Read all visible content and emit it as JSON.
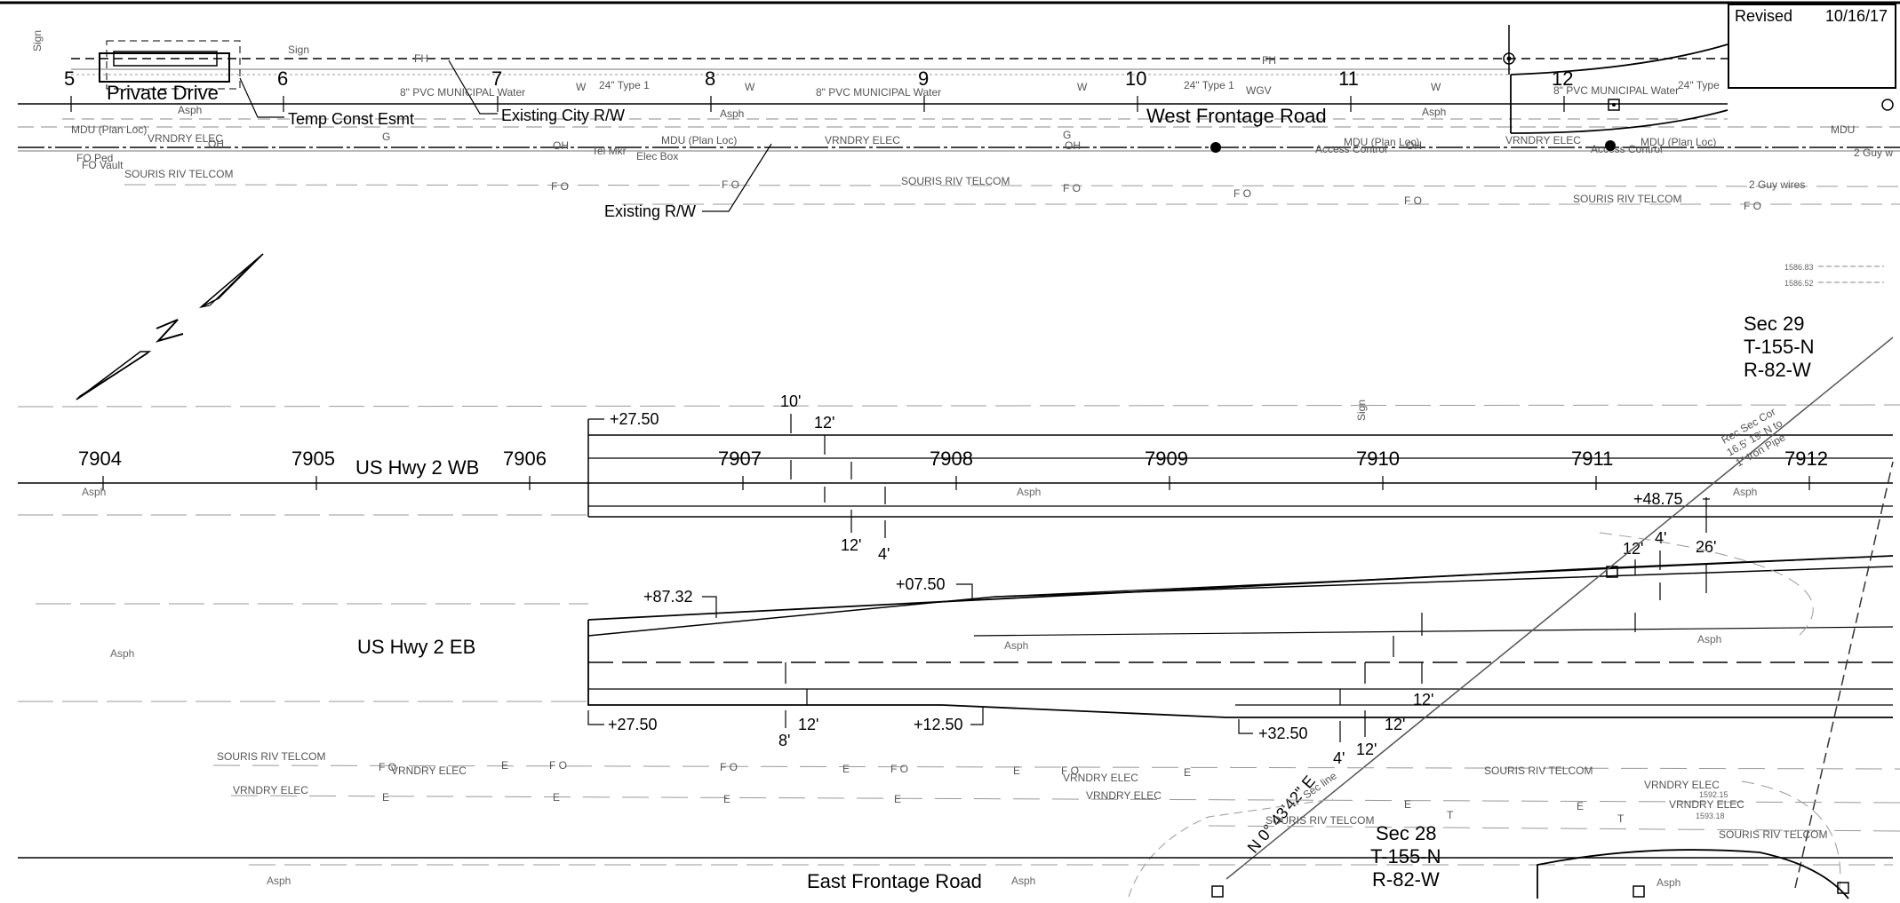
{
  "revision": {
    "label": "Revised",
    "date": "10/16/17"
  },
  "roads": {
    "private_drive": "Private Drive",
    "west_frontage": "West Frontage Road",
    "us2_wb": "US Hwy 2 WB",
    "us2_eb": "US Hwy 2 EB",
    "east_frontage": "East Frontage Road"
  },
  "stations_top": [
    "5",
    "6",
    "7",
    "8",
    "9",
    "10",
    "11",
    "12"
  ],
  "stations_main": [
    "7904",
    "7905",
    "7906",
    "7907",
    "7908",
    "7909",
    "7910",
    "7911",
    "7912"
  ],
  "callouts": {
    "temp_esmt": "Temp Const Esmt",
    "city_rw": "Existing City R/W",
    "existing_rw": "Existing R/W"
  },
  "sections": {
    "sec29": [
      "Sec 29",
      "T-155-N",
      "R-82-W"
    ],
    "sec28": [
      "Sec 28",
      "T-155-N",
      "R-82-W"
    ]
  },
  "offsets": {
    "wb_start": "+27.50",
    "wb_end": "+48.75",
    "eb_taper1": "+87.32",
    "eb_taper2": "+07.50",
    "eb_start": "+27.50",
    "eb_mid": "+12.50",
    "eb_end": "+32.50"
  },
  "dims": {
    "ten": "10'",
    "twelve": "12'",
    "four": "4'",
    "eight": "8'",
    "twentysix": "26'"
  },
  "labels": {
    "asph": "Asph",
    "souris": "SOURIS RIV TELCOM",
    "vrndry": "VRNDRY ELEC",
    "fo": "F O",
    "e": "E",
    "t": "T",
    "g": "G",
    "oh": "OH",
    "w": "W",
    "mdu": "MDU (Plan Loc)",
    "mdu_short": "MDU",
    "water8": "8\" PVC MUNICIPAL Water",
    "water24": "24\" Type 1",
    "water24_short": "24\" Type",
    "access": "Access Control",
    "tel_mkr": "Tel Mkr",
    "elec_box": "Elec Box",
    "fo_ped": "FO Ped",
    "fo_vault": "FO Vault",
    "sign": "Sign",
    "guy": "2 Guy wires",
    "guy_short": "2 Guy w",
    "sec_line": "Sec line",
    "bearing": "N 0° 43'42\" E",
    "rec_sec": [
      "Rec Sec Cor",
      "16.5' 19' N to",
      "1\" Iron Pipe"
    ],
    "fh": "FH",
    "wgv": "WGV",
    "elev1": "1586.83",
    "elev2": "1586.52",
    "elev3": "1592.15",
    "elev4": "1593.18"
  }
}
